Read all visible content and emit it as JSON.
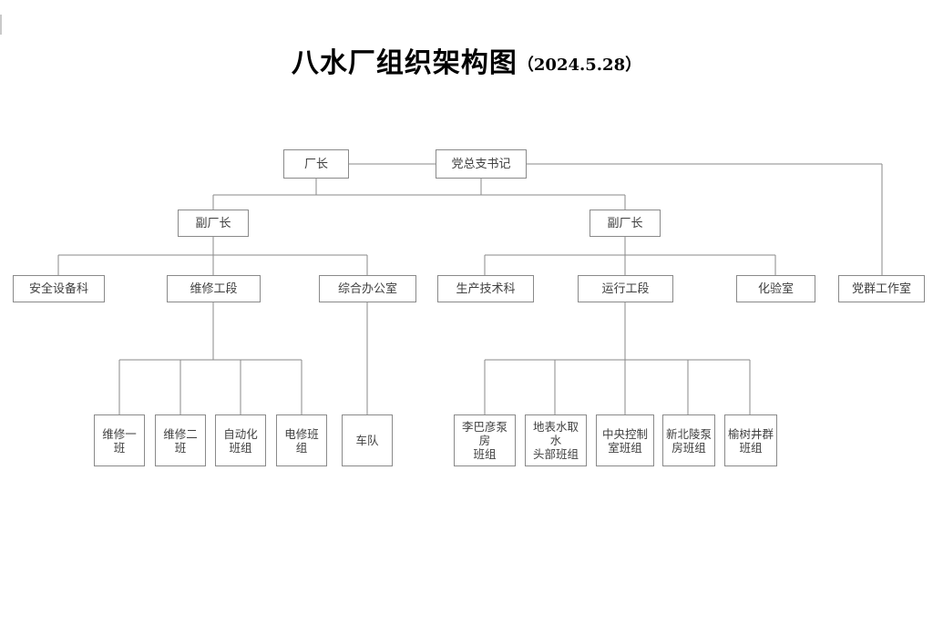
{
  "title": {
    "main": "八水厂组织架构图",
    "date": "（2024.5.28）"
  },
  "colors": {
    "line": "#8a8a8a",
    "box_border": "#8a8a8a",
    "text": "#404040",
    "title_text": "#000000",
    "background": "#ffffff"
  },
  "nodes": {
    "plant_director": "厂长",
    "party_secretary": "党总支书记",
    "deputy_director_left": "副厂长",
    "deputy_director_right": "副厂长",
    "safety_equipment_dept": "安全设备科",
    "maintenance_section": "维修工段",
    "general_office": "综合办公室",
    "production_technology_dept": "生产技术科",
    "operation_section": "运行工段",
    "laboratory": "化验室",
    "party_mass_work_office": "党群工作室",
    "maintenance_team_1": "维修一班",
    "maintenance_team_2": "维修二班",
    "automation_team": "自动化\n班组",
    "electrical_repair_team": "电修班组",
    "fleet_team": "车队",
    "libayan_pumphouse_team": "李巴彦泵房\n班组",
    "surface_water_intake_team": "地表水取水\n头部班组",
    "central_control_room_team": "中央控制\n室班组",
    "xinbeiling_pumphouse_team": "新北陵泵\n房班组",
    "yushu_wellfield_team": "榆树井群\n班组"
  },
  "chart_data": {
    "type": "diagram",
    "title": "八水厂组织架构图（2024.5.28）",
    "orientation": "top-down",
    "levels": [
      {
        "level": 1,
        "items": [
          "厂长",
          "党总支书记"
        ]
      },
      {
        "level": 2,
        "items": [
          "副厂长",
          "副厂长"
        ]
      },
      {
        "level": 3,
        "items": [
          "安全设备科",
          "维修工段",
          "综合办公室",
          "生产技术科",
          "运行工段",
          "化验室",
          "党群工作室"
        ]
      },
      {
        "level": 4,
        "items": [
          "维修一班",
          "维修二班",
          "自动化班组",
          "电修班组",
          "车队",
          "李巴彦泵房班组",
          "地表水取水头部班组",
          "中央控制室班组",
          "新北陵泵房班组",
          "榆树井群班组"
        ]
      }
    ],
    "edges": [
      {
        "from": "厂长",
        "to": "党总支书记",
        "style": "horizontal-peer"
      },
      {
        "from": "厂长",
        "to": "副厂长(左)"
      },
      {
        "from": "厂长",
        "to": "副厂长(右)"
      },
      {
        "from": "党总支书记",
        "to": "党群工作室"
      },
      {
        "from": "副厂长(左)",
        "to": "安全设备科"
      },
      {
        "from": "副厂长(左)",
        "to": "维修工段"
      },
      {
        "from": "副厂长(左)",
        "to": "综合办公室"
      },
      {
        "from": "副厂长(右)",
        "to": "生产技术科"
      },
      {
        "from": "副厂长(右)",
        "to": "运行工段"
      },
      {
        "from": "副厂长(右)",
        "to": "化验室"
      },
      {
        "from": "维修工段",
        "to": "维修一班"
      },
      {
        "from": "维修工段",
        "to": "维修二班"
      },
      {
        "from": "维修工段",
        "to": "自动化班组"
      },
      {
        "from": "维修工段",
        "to": "电修班组"
      },
      {
        "from": "综合办公室",
        "to": "车队"
      },
      {
        "from": "运行工段",
        "to": "李巴彦泵房班组"
      },
      {
        "from": "运行工段",
        "to": "地表水取水头部班组"
      },
      {
        "from": "运行工段",
        "to": "中央控制室班组"
      },
      {
        "from": "运行工段",
        "to": "新北陵泵房班组"
      },
      {
        "from": "运行工段",
        "to": "榆树井群班组"
      }
    ]
  }
}
